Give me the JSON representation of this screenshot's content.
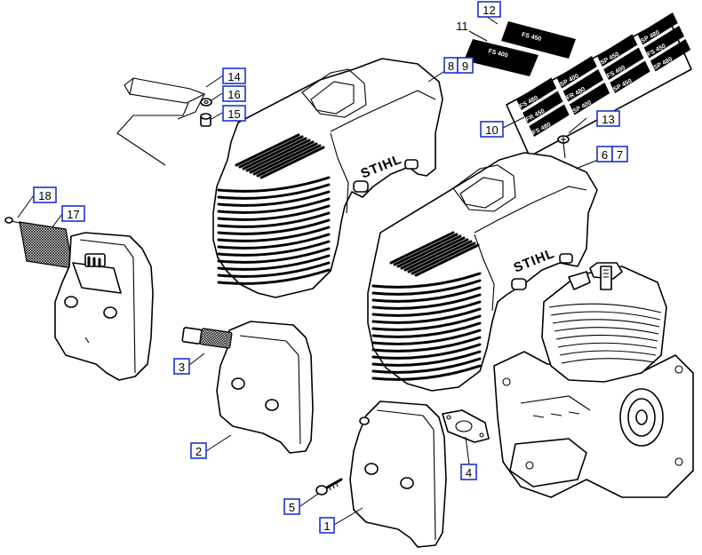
{
  "diagram": {
    "brand_logo": "STIHL",
    "decal_texts": [
      "FS 400",
      "FS 450",
      "FS 480",
      "SP 400",
      "SP 450",
      "SP 480",
      "FR 450",
      "FR 480"
    ],
    "callout_color": "#1a35c8",
    "callouts": [
      {
        "id": "c1",
        "label": "1",
        "boxed": true
      },
      {
        "id": "c2",
        "label": "2",
        "boxed": true
      },
      {
        "id": "c3",
        "label": "3",
        "boxed": true
      },
      {
        "id": "c4",
        "label": "4",
        "boxed": true
      },
      {
        "id": "c5",
        "label": "5",
        "boxed": true
      },
      {
        "id": "c6",
        "label": "6",
        "boxed": true
      },
      {
        "id": "c7",
        "label": "7",
        "boxed": true
      },
      {
        "id": "c8",
        "label": "8",
        "boxed": true
      },
      {
        "id": "c9",
        "label": "9",
        "boxed": true
      },
      {
        "id": "c10",
        "label": "10",
        "boxed": true
      },
      {
        "id": "c11",
        "label": "11",
        "boxed": false
      },
      {
        "id": "c12",
        "label": "12",
        "boxed": true
      },
      {
        "id": "c13",
        "label": "13",
        "boxed": true
      },
      {
        "id": "c14",
        "label": "14",
        "boxed": true
      },
      {
        "id": "c15",
        "label": "15",
        "boxed": true
      },
      {
        "id": "c16",
        "label": "16",
        "boxed": true
      },
      {
        "id": "c17",
        "label": "17",
        "boxed": true
      },
      {
        "id": "c18",
        "label": "18",
        "boxed": true
      }
    ]
  }
}
